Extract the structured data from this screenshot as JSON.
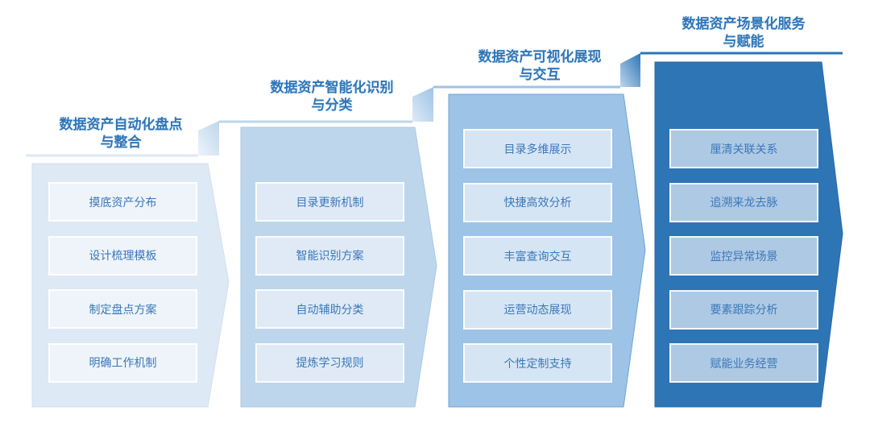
{
  "stages": [
    {
      "title_line1": "数据资产自动化盘点",
      "title_line2": "与整合",
      "color": "#dde9f5",
      "box_color": "#eef4fa",
      "items": [
        "摸底资产分布",
        "设计梳理模板",
        "制定盘点方案",
        "明确工作机制"
      ]
    },
    {
      "title_line1": "数据资产智能化识别",
      "title_line2": "与分类",
      "color": "#bdd6ec",
      "box_color": "#dfeaf6",
      "items": [
        "目录更新机制",
        "智能识别方案",
        "自动辅助分类",
        "提炼学习规则"
      ]
    },
    {
      "title_line1": "数据资产可视化展现",
      "title_line2": "与交互",
      "color": "#9dc3e6",
      "box_color": "#d6e5f4",
      "items": [
        "目录多维展示",
        "快捷高效分析",
        "丰富查询交互",
        "运营动态展现",
        "个性定制支持"
      ]
    },
    {
      "title_line1": "数据资产场景化服务",
      "title_line2": "与赋能",
      "color": "#2e75b6",
      "box_color": "#aec9e4",
      "items": [
        "厘清关联关系",
        "追溯来龙去脉",
        "监控异常场景",
        "要素跟踪分析",
        "赋能业务经营"
      ]
    }
  ]
}
